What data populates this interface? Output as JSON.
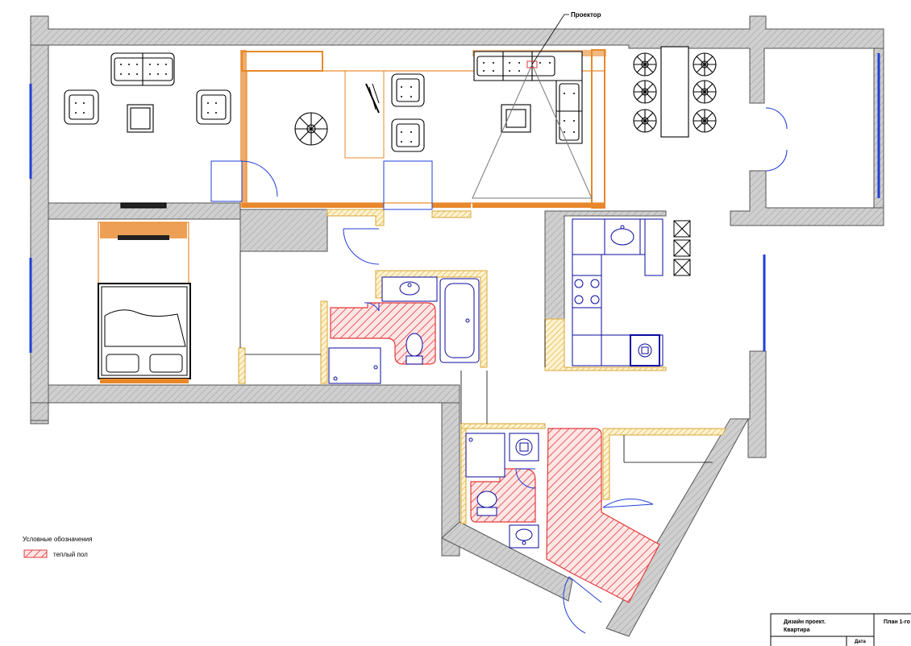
{
  "labels": {
    "projector": "Проектор"
  },
  "legend": {
    "title": "Условные обозначения",
    "items": [
      {
        "label": "теплый пол"
      }
    ]
  },
  "title_block": {
    "line1": "Дизайн проект.",
    "line2": "Квартира",
    "sheet": "План 1-го",
    "date_label": "Дата"
  },
  "colors": {
    "wall_fill": "#c8c8c8",
    "wall_stroke": "#555555",
    "furniture_stroke": "#0a0aa0",
    "window": "#1f3fd9",
    "finish": "#e8882a",
    "heated_floor": "#e23a3a",
    "tile_hatch": "#e0b34a"
  }
}
